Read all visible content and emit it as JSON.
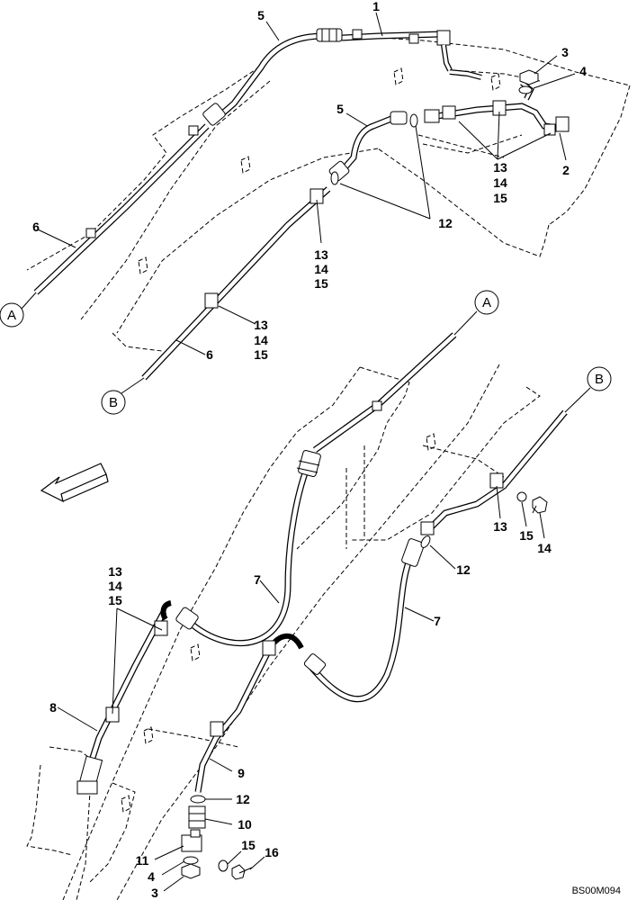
{
  "diagram": {
    "code": "BS00M094",
    "connectors": {
      "a_top": "A",
      "b_top": "B",
      "a_bottom": "A",
      "b_bottom": "B"
    },
    "labels": {
      "l1": "1",
      "l2": "2",
      "l3_top": "3",
      "l4_top": "4",
      "l5_top": "5",
      "l5_mid": "5",
      "l6_left": "6",
      "l6_mid": "6",
      "l12_top": "12",
      "g1_13": "13",
      "g1_14": "14",
      "g1_15": "15",
      "g2_13": "13",
      "g2_14": "14",
      "g2_15": "15",
      "g3_13": "13",
      "g3_14": "14",
      "g3_15": "15",
      "g4_13": "13",
      "g4_14": "14",
      "g4_15": "15",
      "l13_right": "13",
      "l15_right": "15",
      "l14_right": "14",
      "l12_right": "12",
      "l7_left": "7",
      "l7_right": "7",
      "l8": "8",
      "l9": "9",
      "l12_bottom": "12",
      "l10": "10",
      "l11": "11",
      "l4_bottom": "4",
      "l3_bottom": "3",
      "l15_bottom": "15",
      "l16": "16"
    }
  }
}
